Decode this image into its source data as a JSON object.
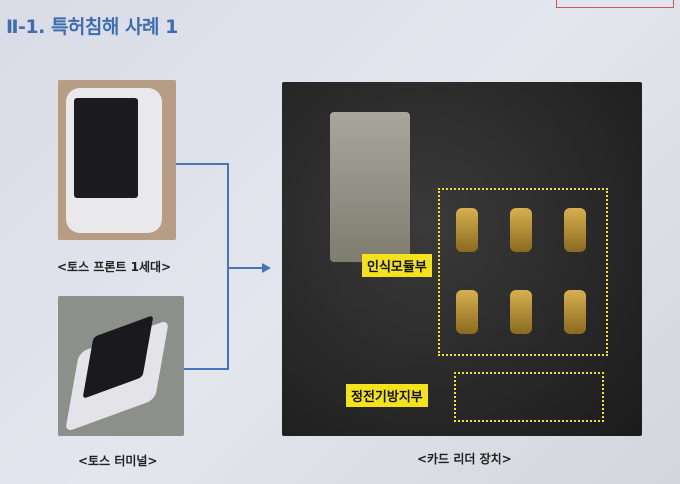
{
  "title": "Ⅱ-1. 특허침해 사례 1",
  "images": {
    "device1_caption": "<토스 프론트 1세대>",
    "device2_caption": "<토스 터미널>",
    "card_reader_caption": "<카드 리더 장치>"
  },
  "annotations": {
    "recognition_module": "인식모듈부",
    "static_prevention": "정전기방지부"
  },
  "colors": {
    "title": "#3f6db0",
    "highlight": "#f4e21b",
    "connector": "#4a74b8"
  }
}
